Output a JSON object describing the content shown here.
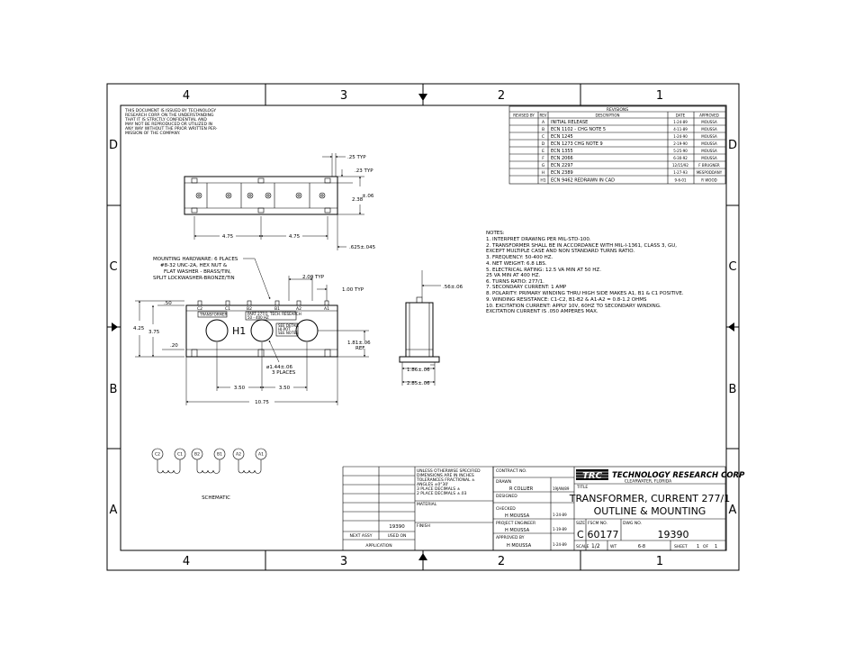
{
  "zones": {
    "columns": [
      "4",
      "3",
      "2",
      "1"
    ],
    "rows": [
      "D",
      "C",
      "B",
      "A"
    ]
  },
  "confidentiality_notice": [
    "THIS DOCUMENT IS ISSUED BY TECHNOLOGY",
    "RESEARCH CORP. ON THE UNDERSTANDING",
    "THAT IT IS STRICTLY CONFIDENTIAL AND",
    "MAY NOT BE REPRODUCED OR UTILIZED IN",
    "ANY WAY WITHOUT THE PRIOR WRITTEN PER-",
    "MISSION OF THE COMPANY."
  ],
  "revisions": {
    "title": "REVISIONS",
    "headers": [
      "REVISED BY",
      "REV",
      "DESCRIPTION",
      "DATE",
      "APPROVED"
    ],
    "rows": [
      [
        "",
        "A",
        "INITIAL RELEASE",
        "1-24-89",
        "MOUSSA"
      ],
      [
        "",
        "B",
        "ECN 1102 - CHG NOTE 5",
        "4-11-89",
        "MOUSSA"
      ],
      [
        "",
        "C",
        "ECN 1245",
        "1-24-90",
        "MOUSSA"
      ],
      [
        "",
        "D",
        "ECN 1273 CHG NOTE 9",
        "2-19-90",
        "MOUSSA"
      ],
      [
        "",
        "E",
        "ECN 1355",
        "5-25-90",
        "MOUSSA"
      ],
      [
        "",
        "F",
        "ECN 2066",
        "6-30-92",
        "MOUSSA"
      ],
      [
        "",
        "G",
        "ECN 2297",
        "12/15/92",
        "F BRUGNER"
      ],
      [
        "",
        "H",
        "ECN 2389",
        "1-27-93",
        "MESPODDANY"
      ],
      [
        "",
        "H1",
        "ECN 9462 REDRAWN IN CAD",
        "9-6-01",
        "R WOOD"
      ]
    ]
  },
  "notes": {
    "title": "NOTES:",
    "lines": [
      "1.  INTERPRET DRAWING PER MIL-STD-100.",
      "2.  TRANSFORMER SHALL BE IN ACCORDANCE WITH MIL-I-1361, CLASS 3, GU,",
      "     EXCEPT MULTIPLE CASE AND NON STANDARD TURNS RATIO.",
      "3.  FREQUENCY: 50-400 HZ.",
      "4.  NET WEIGHT: 6.8 LBS.",
      "5.  ELECTRICAL RATING: 12.5 VA MIN AT 50 HZ.",
      "                                     25 VA MIN AT 400 HZ.",
      "6.  TURNS RATIO: 277/1.",
      "7.  SECONDARY CURRENT: 1 AMP",
      "8.  POLARITY: PRIMARY WINDING THRU HIGH SIDE MAKES A1, B1 & C1 POSITIVE.",
      "9.  WINDING RESISTANCE: C1-C2, B1-B2 & A1-A2 = 0.8-1.2 OHMS",
      "10. EXCITATION CURRENT: APPLY 10V, 60HZ TO SECONDARY WINDING.",
      "                                   EXCITATION CURRENT IS .050 AMPERES MAX."
    ]
  },
  "top_view": {
    "dim_25_typ": ".25 TYP",
    "dim_23_typ": ".23 TYP",
    "dim_238": "2.38",
    "dim_238_tol": "±.06",
    "dim_475_left": "4.75",
    "dim_475_right": "4.75",
    "dim_625": ".625±.045"
  },
  "front_view": {
    "mounting_note": [
      "MOUNTING HARDWARE: 6 PLACES",
      "#8-32 UNC-2A, HEX NUT &",
      "FLAT WASHER - BRASS/TIN,",
      "SPLIT LOCKWASHER-BRONZE/TIN"
    ],
    "dim_200_typ": "2.00 TYP",
    "dim_100_typ": "1.00 TYP",
    "dim_50": ".50",
    "terminals": [
      "C2",
      "C1",
      "B2",
      "B1",
      "A2",
      "A1"
    ],
    "nameplate_left": "TRANSFORMER",
    "nameplate_mid": [
      "PART 277/1",
      "TECH. RESEARCH",
      "50 - 400 HZ"
    ],
    "nameplate_right": [
      "SEE DETAIL",
      "HI-POT",
      "SEE NOTES"
    ],
    "h1_label": "H1",
    "dim_425": "4.25",
    "dim_375": "3.75",
    "dim_20": ".20",
    "dim_181": "1.81±.06",
    "dim_181_ref": "REF",
    "hole_dia": "ø1.44±.06",
    "hole_places": "3 PLACES",
    "dim_350_left": "3.50",
    "dim_350_right": "3.50",
    "dim_1075": "10.75"
  },
  "side_view": {
    "dim_56": ".56±.06",
    "dim_186": "1.86±.06",
    "dim_285": "2.85±.06"
  },
  "schematic": {
    "terminals": [
      "C2",
      "C1",
      "B2",
      "B1",
      "A2",
      "A1"
    ],
    "label": "SCHEMATIC"
  },
  "title_block": {
    "tolerance_note": [
      "UNLESS OTHERWISE SPECIFIED",
      "DIMENSIONS ARE IN INCHES",
      "TOLERANCES FRACTIONAL ±",
      "ANGLES ±0°30'",
      "3 PLACE DECIMALS ±",
      "2 PLACE DECIMALS ±.03"
    ],
    "material_label": "MATERIAL",
    "finish_label": "FINISH",
    "next_assy_value": "19390",
    "next_assy_label": "NEXT ASSY",
    "used_on_label": "USED ON",
    "application_label": "APPLICATION",
    "contract_no_label": "CONTRACT NO.",
    "drawn_label": "DRAWN",
    "drawn_by": "R COLLIER",
    "drawn_date": "19JAN/89",
    "designed_label": "DESIGNED",
    "checked_label": "CHECKED",
    "checked_by": "H MOUSSA",
    "checked_date": "1-24-89",
    "proj_eng_label": "PROJECT ENGINEER",
    "proj_eng_by": "H MOUSSA",
    "proj_eng_date": "1-19-89",
    "approved_label": "APPROVED BY",
    "approved_by": "H MOUSSA",
    "approved_date": "1-24-89",
    "logo_text": "TRC",
    "company_name": "TECHNOLOGY RESEARCH CORP",
    "company_city": "CLEARWATER, FLORIDA",
    "title_label": "TITLE",
    "title_line1": "TRANSFORMER, CURRENT 277/1",
    "title_line2": "OUTLINE & MOUNTING",
    "size_label": "SIZE",
    "size_value": "C",
    "fscm_label": "FSCM NO.",
    "fscm_value": "60177",
    "dwg_label": "DWG NO.",
    "dwg_value": "19390",
    "scale_label": "SCALE",
    "scale_value": "1/2",
    "wt_label": "WT",
    "wt_value": "6-8",
    "sheet_label": "SHEET",
    "sheet_value": "1",
    "of_label": "OF",
    "of_value": "1"
  }
}
